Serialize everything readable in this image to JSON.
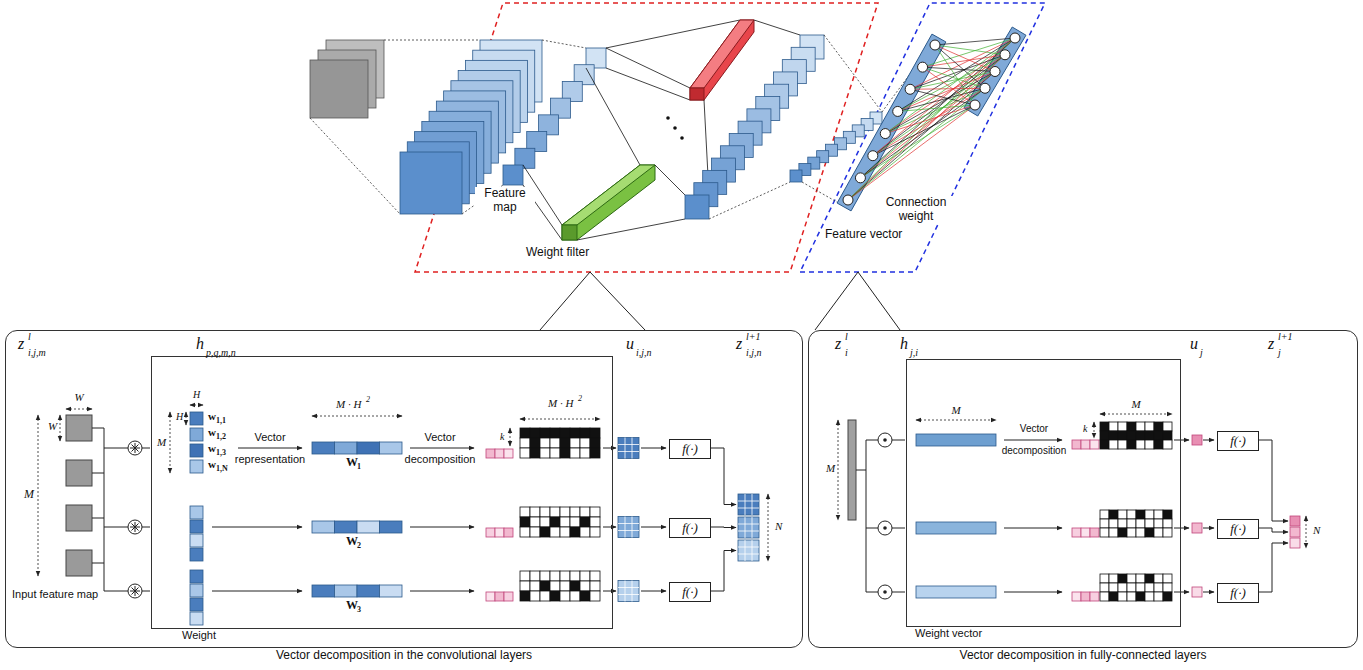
{
  "diagram": {
    "nodes": [
      {
        "text": [
          "Vector decomposition in the convolutional layers"
        ]
      },
      {
        "text": [
          "Weight"
        ],
        "in": 0
      },
      {
        "text": [
          "f(·)"
        ],
        "in": 0
      },
      {
        "text": [
          "f(·)"
        ],
        "in": 0
      },
      {
        "text": [
          "f(·)"
        ],
        "in": 0
      },
      {
        "text": [
          "Vector decomposition in fully-connected layers"
        ]
      },
      {
        "text": [
          "Weight vector"
        ],
        "in": 5
      },
      {
        "text": [
          "f(·)"
        ],
        "in": 5
      },
      {
        "text": [
          "f(·)"
        ],
        "in": 5
      },
      {
        "text": [
          "f(·)"
        ],
        "in": 5
      }
    ],
    "labels": [
      "Feature map",
      "Weight filter",
      "Connection weight",
      "Feature vector",
      "z",
      "l",
      "i,j,m",
      "h",
      "p,q,m,n",
      "u",
      "i,j,n",
      "z",
      "l+1",
      "i,j,n",
      "W",
      "W",
      "M",
      "Input feature map",
      "H",
      "H",
      "M",
      "w",
      "1,1",
      "w",
      "1,2",
      "w",
      "1,3",
      "w",
      "1,N",
      "Vector representation",
      "M · H",
      "2",
      "W",
      "1",
      "Vector decomposition",
      "M · H",
      "2",
      "k",
      "W",
      "2",
      "W",
      "3",
      "N",
      "z",
      "l",
      "i",
      "h",
      "j,i",
      "u",
      "j",
      "z",
      "l+1",
      "j",
      "M",
      "M",
      "Vector decomposition",
      "M",
      "k",
      "N"
    ]
  }
}
